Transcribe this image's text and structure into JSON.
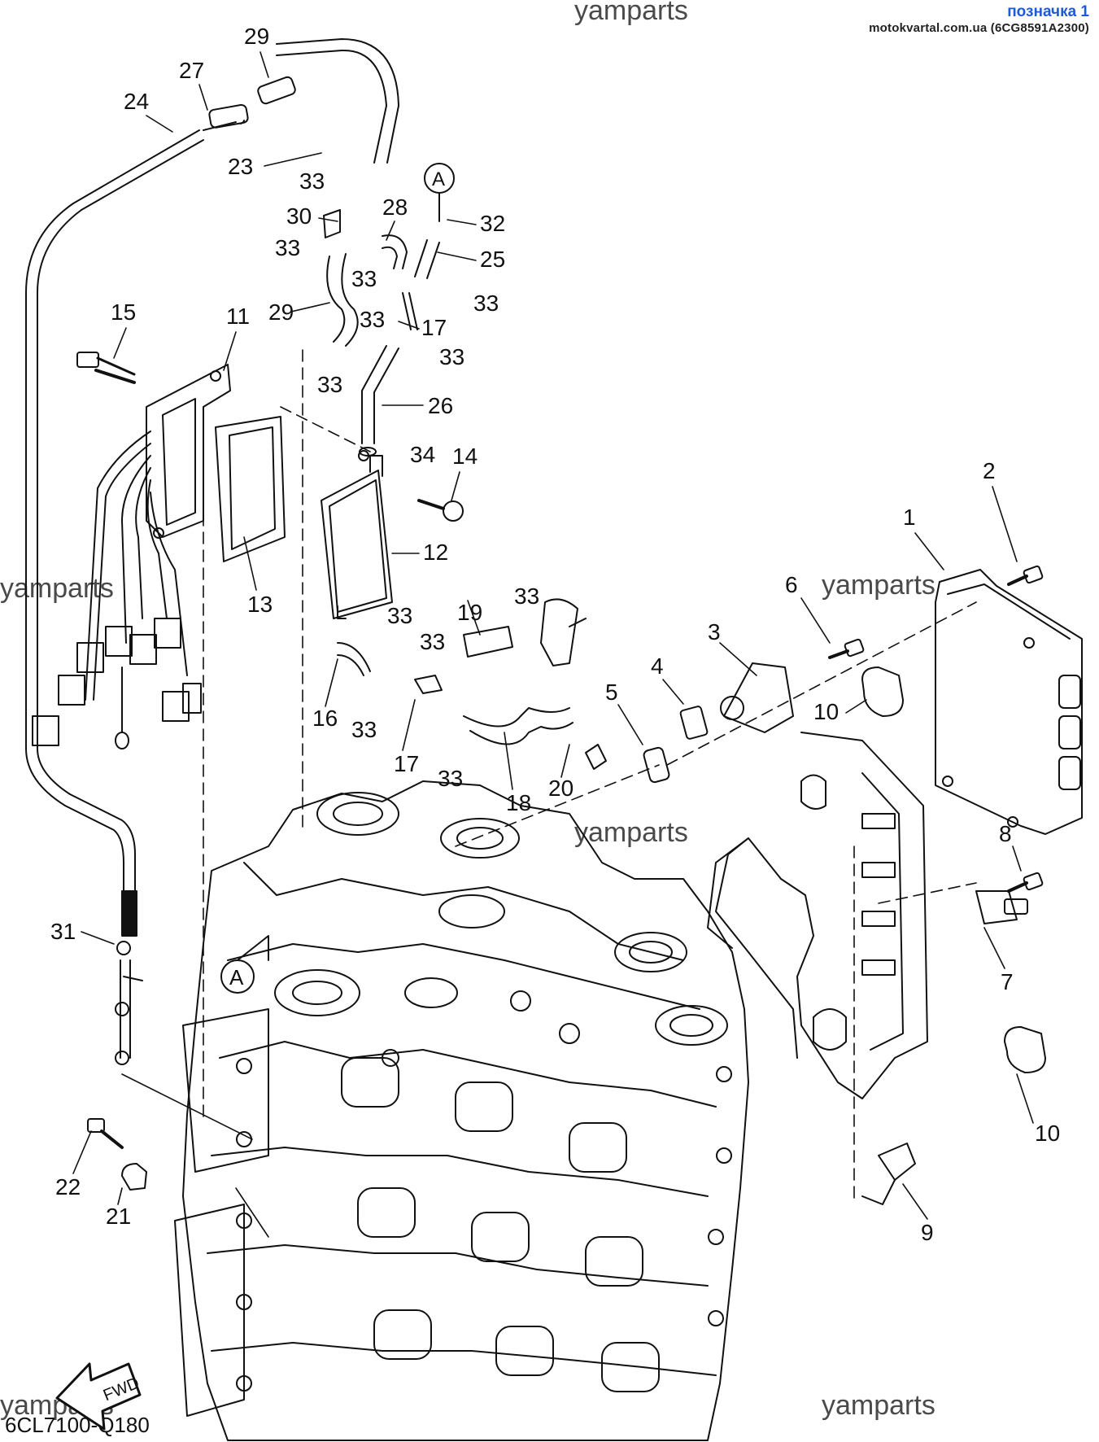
{
  "header": {
    "badge_title": "позначка 1",
    "badge_sub": "motokvartal.com.ua (6CG8591A2300)"
  },
  "watermarks": [
    "yamparts",
    "yamparts",
    "yamparts",
    "yamparts",
    "yamparts",
    "yamparts"
  ],
  "diagram_ref": "6CL7100-Q180",
  "fwd_label": "FWD",
  "section_marker": "A",
  "callouts": [
    "1",
    "2",
    "3",
    "4",
    "5",
    "6",
    "7",
    "8",
    "9",
    "10",
    "10",
    "11",
    "12",
    "13",
    "14",
    "15",
    "16",
    "17",
    "17",
    "18",
    "19",
    "20",
    "21",
    "22",
    "23",
    "24",
    "25",
    "26",
    "27",
    "28",
    "29",
    "29",
    "30",
    "31",
    "32",
    "33",
    "33",
    "33",
    "33",
    "33",
    "33",
    "33",
    "33",
    "33",
    "33",
    "33",
    "33",
    "33",
    "34"
  ]
}
